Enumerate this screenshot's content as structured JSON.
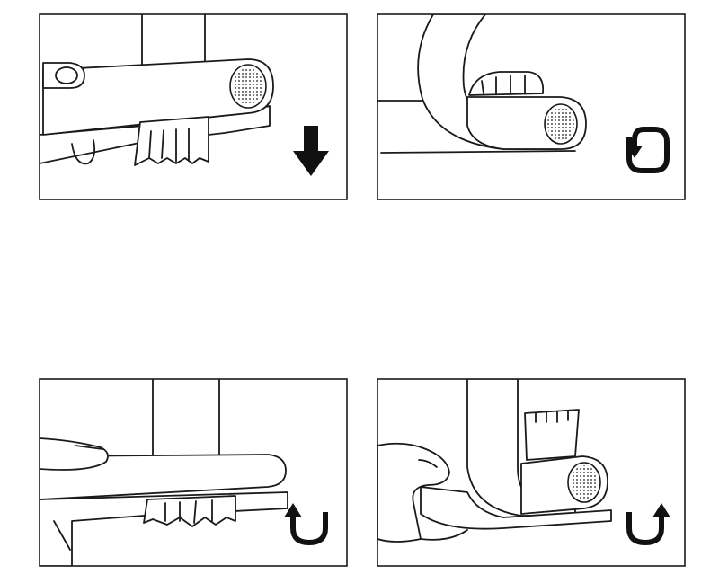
{
  "steps": [
    {
      "id": 1,
      "arrow": "arrow-down-icon",
      "arrow_color": "#111111"
    },
    {
      "id": 2,
      "arrow": "loop-return-icon",
      "arrow_color": "#111111"
    },
    {
      "id": 3,
      "arrow": "u-turn-up-icon",
      "arrow_color": "#111111"
    },
    {
      "id": 4,
      "arrow": "u-turn-up-icon",
      "arrow_color": "#111111"
    }
  ],
  "colors": {
    "line": "#1a1a1a",
    "background": "#ffffff"
  }
}
